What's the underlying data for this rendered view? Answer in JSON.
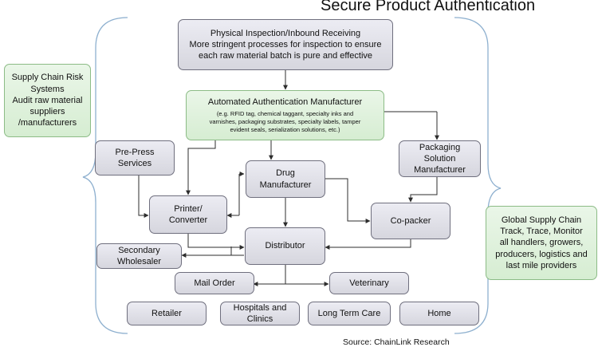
{
  "title": "Secure Product Authentication",
  "source": "Source: ChainLink Research",
  "left_note": [
    "Supply Chain Risk",
    "Systems",
    "Audit raw material",
    "suppliers",
    "/manufacturers"
  ],
  "right_note": [
    "Global Supply Chain",
    "Track, Trace, Monitor",
    "all handlers, growers,",
    "producers, logistics and",
    "last mile providers"
  ],
  "inspection": [
    "Physical Inspection/Inbound Receiving",
    "More stringent processes for inspection to ensure",
    "each raw material batch is pure and effective"
  ],
  "auth_manufacturer": {
    "title": "Automated Authentication Manufacturer",
    "detail": [
      "(e.g. RFID tag, chemical taggant, specialty inks and",
      "varnishes, packaging substrates, specialty labels, tamper",
      "evident seals, serialization solutions, etc.)"
    ]
  },
  "prepress": [
    "Pre-Press",
    "Services"
  ],
  "drug": [
    "Drug",
    "Manufacturer"
  ],
  "packaging": [
    "Packaging",
    "Solution",
    "Manufacturer"
  ],
  "printer": [
    "Printer/",
    "Converter"
  ],
  "copacker": "Co-packer",
  "distributor": "Distributor",
  "wholesaler": [
    "Secondary",
    "Wholesaler"
  ],
  "mail_order": "Mail Order",
  "veterinary": "Veterinary",
  "retailer": "Retailer",
  "hospitals": [
    "Hospitals and",
    "Clinics"
  ],
  "long_term_care": "Long Term Care",
  "home": "Home"
}
